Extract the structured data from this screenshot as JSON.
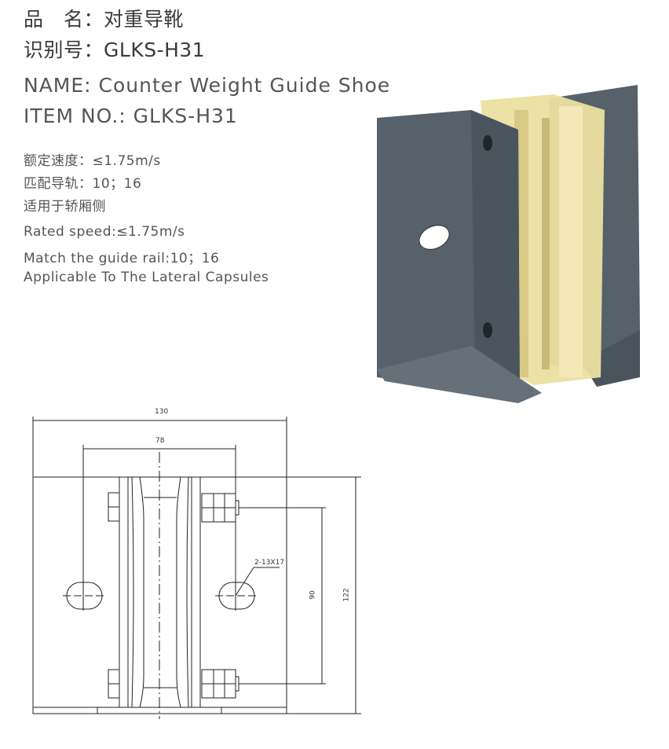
{
  "header": {
    "name_cn_label": "品　名：",
    "name_cn": "对重导靴",
    "id_cn_label": "识别号：",
    "id_cn": "GLKS-H31",
    "name_en": "NAME:  Counter Weight Guide Shoe",
    "item_en": "ITEM NO.: GLKS-H31"
  },
  "specs_cn": [
    "额定速度：≤1.75m/s",
    "匹配导轨：10；16",
    "适用于轿厢侧"
  ],
  "specs_en": [
    "Rated speed:≤1.75m/s",
    "Match the guide rail:10；16",
    "Applicable To The Lateral Capsules"
  ],
  "drawing": {
    "dim_width": "130",
    "dim_hole_spacing": "78",
    "dim_bolt_spacing": "90",
    "dim_height": "122",
    "hole_note": "2-13X17"
  },
  "colors": {
    "steel": "#4f5a63",
    "liner": "#efe3a8"
  }
}
